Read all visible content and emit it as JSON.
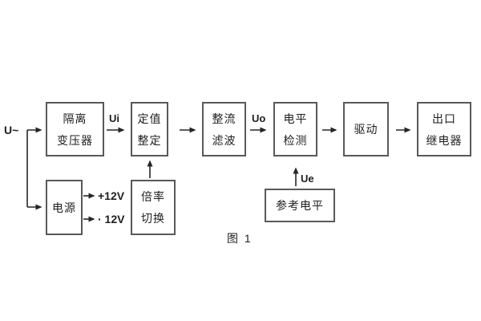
{
  "figure": {
    "caption": "图 1"
  },
  "labels": {
    "input_signal": "U~",
    "ui": "Ui",
    "uo": "Uo",
    "ue": "Ue",
    "supply_positive": "+12V",
    "supply_negative": "· 12V"
  },
  "boxes": {
    "transformer": {
      "lines": [
        "隔离",
        "变压器"
      ]
    },
    "setting": {
      "lines": [
        "定值",
        "整定"
      ]
    },
    "rectifier": {
      "lines": [
        "整流",
        "滤波"
      ]
    },
    "detector": {
      "lines": [
        "电平",
        "检测"
      ]
    },
    "drive": {
      "lines": [
        "驱动"
      ]
    },
    "relay": {
      "lines": [
        "出口",
        "继电器"
      ]
    },
    "power": {
      "lines": [
        "电源"
      ]
    },
    "ratio": {
      "lines": [
        "倍率",
        "切换"
      ]
    },
    "reference": {
      "lines": [
        "参考电平"
      ]
    }
  },
  "colors": {
    "background": "#ffffff",
    "box_border": "#595959",
    "line": "#262626",
    "text": "#1f1f1f"
  }
}
